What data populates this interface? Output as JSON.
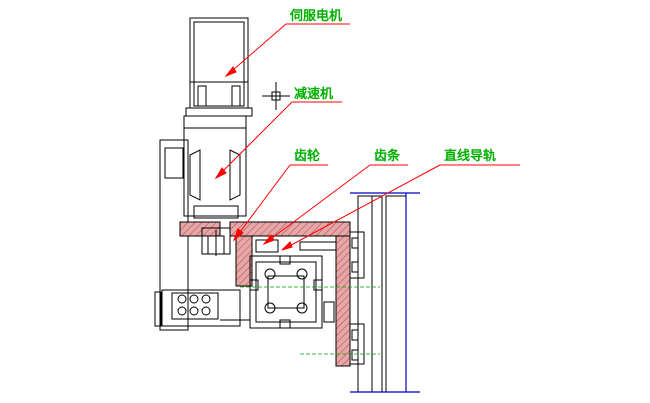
{
  "labels": {
    "servo_motor": "伺服电机",
    "reducer": "减速机",
    "gear": "齿轮",
    "rack": "齿条",
    "linear_guide": "直线导轨"
  },
  "colors": {
    "label_text": "#00b000",
    "leader_line": "#ff0000",
    "outline": "#000000",
    "section_fill": "#e4a8a8",
    "section_hatch": "#c04040",
    "guide_rail": "#0000cc",
    "centerline_green": "#00a000"
  },
  "icons": {
    "cursor": "crosshair-icon"
  }
}
